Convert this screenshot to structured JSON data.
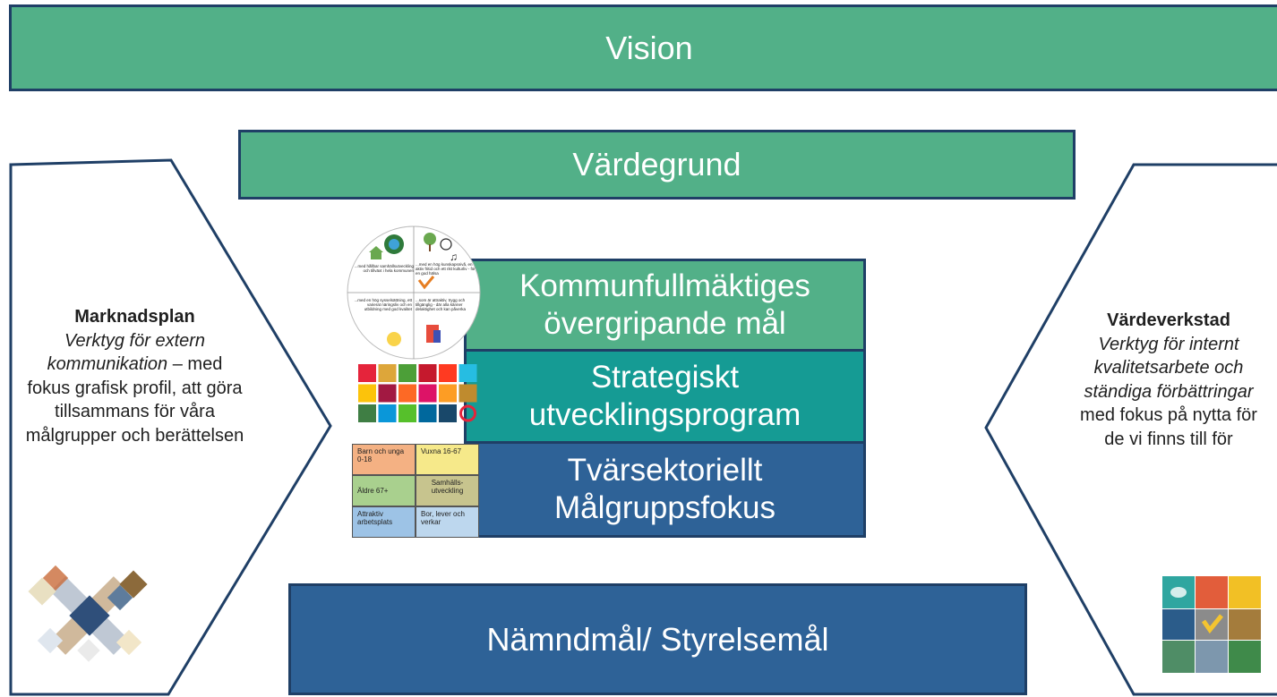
{
  "vision": "Vision",
  "vardegrund": "Värdegrund",
  "layers": {
    "kf_line1": "Kommunfullmäktiges",
    "kf_line2": "övergripande mål",
    "strat_line1": "Strategiskt",
    "strat_line2": "utvecklingsprogram",
    "tvar_line1": "Tvärsektoriellt",
    "tvar_line2": "Målgruppsfokus"
  },
  "namndmal": "Nämndmål/ Styrelsemål",
  "left": {
    "title": "Marknadsplan",
    "italic": "Verktyg för extern kommunikation",
    "rest": " – med fokus grafisk profil, att göra tillsammans för våra målgrupper och berättelsen"
  },
  "right": {
    "title": "Värdeverkstad",
    "italic": "Verktyg för internt kvalitetsarbete och ständiga förbättringar",
    "rest": " med fokus på nytta för de vi finns till för"
  },
  "target_groups": [
    {
      "label": "Barn och unga 0-18",
      "color": "#f4b183"
    },
    {
      "label": "Vuxna 16-67",
      "color": "#f6e98a"
    },
    {
      "label": "Äldre 67+",
      "color": "#a9d08e"
    },
    {
      "label": "Samhälls-utveckling",
      "color": "#c7c48e"
    },
    {
      "label": "Attraktiv arbetsplats",
      "color": "#9dc3e6"
    },
    {
      "label": "Bor, lever och verkar",
      "color": "#bdd7ee"
    }
  ],
  "circle_texts": {
    "q1": "...med hållbar samhällsutveckling och tillväxt i hela kommunen",
    "q2": "...med en hög kunskapsnivå, en aktiv fritid och ett rikt kulturliv - för en god hälsa",
    "q3": "...med en hög sysselsättning, ett varierat näringsliv och en utbildning med god kvalitet",
    "q4": "...som är attraktiv, trygg och tillgänglig - där alla känner delaktighet och kan påverka"
  },
  "sdg_colors": [
    "#e5243b",
    "#dda63a",
    "#4c9f38",
    "#c5192d",
    "#ff3a21",
    "#26bde2",
    "#fcc30b",
    "#a21942",
    "#fd6925",
    "#dd1367",
    "#fd9d24",
    "#bf8b2e",
    "#3f7e44",
    "#0a97d9",
    "#56c02b",
    "#00689d",
    "#19486a"
  ],
  "icons": {
    "left_logo": "colorful-x-logo-icon",
    "right_image": "vardeverkstad-cover-icon",
    "circle": "goals-circle-icon",
    "sdg": "sdg-grid-icon"
  }
}
